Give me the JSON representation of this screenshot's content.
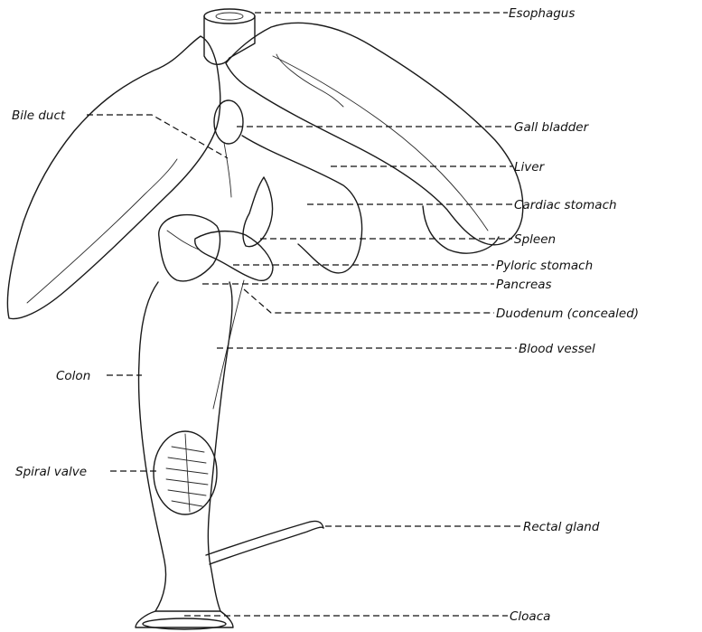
{
  "labels": {
    "esophagus": "Esophagus",
    "gall_bladder": "Gall bladder",
    "liver": "Liver",
    "cardiac_stomach": "Cardiac stomach",
    "spleen": "Spleen",
    "pyloric_stomach": "Pyloric stomach",
    "pancreas": "Pancreas",
    "duodenum": "Duodenum (concealed)",
    "blood_vessel": "Blood vessel",
    "rectal_gland": "Rectal gland",
    "cloaca": "Cloaca",
    "bile_duct": "Bile duct",
    "colon": "Colon",
    "spiral_valve": "Spiral valve"
  },
  "colors": {
    "ink": "#111111",
    "paper": "#ffffff"
  }
}
